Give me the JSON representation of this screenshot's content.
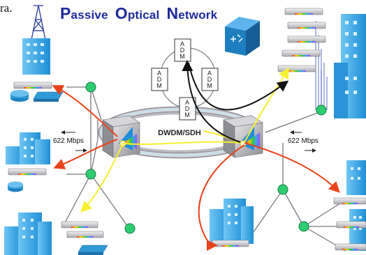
{
  "corner_text": "ra.",
  "title": {
    "word1_initial": "P",
    "word1_rest": "assive",
    "word2_initial": "O",
    "word2_rest": "ptical",
    "word3_initial": "N",
    "word3_rest": "etwork"
  },
  "ring_label": "DWDM/SDH",
  "adm_nodes": [
    {
      "label_line1": "A",
      "label_line2": "D",
      "label_line3": "M"
    },
    {
      "label_line1": "A",
      "label_line2": "D",
      "label_line3": "M"
    },
    {
      "label_line1": "A",
      "label_line2": "D",
      "label_line3": "M"
    },
    {
      "label_line1": "A",
      "label_line2": "D",
      "label_line3": "M"
    }
  ],
  "bandwidth_labels": {
    "left": "622 Mbps",
    "right": "622 Mbps"
  },
  "colors": {
    "title": "#1d2a9a",
    "splitter_node": "#2ecc71",
    "building": "#39a9e8",
    "red_link": "#e8431a",
    "yellow_link": "#f7ef32",
    "black_link": "#111111",
    "router": "#2f9ad6",
    "onu_box": "#c8c8cc"
  }
}
